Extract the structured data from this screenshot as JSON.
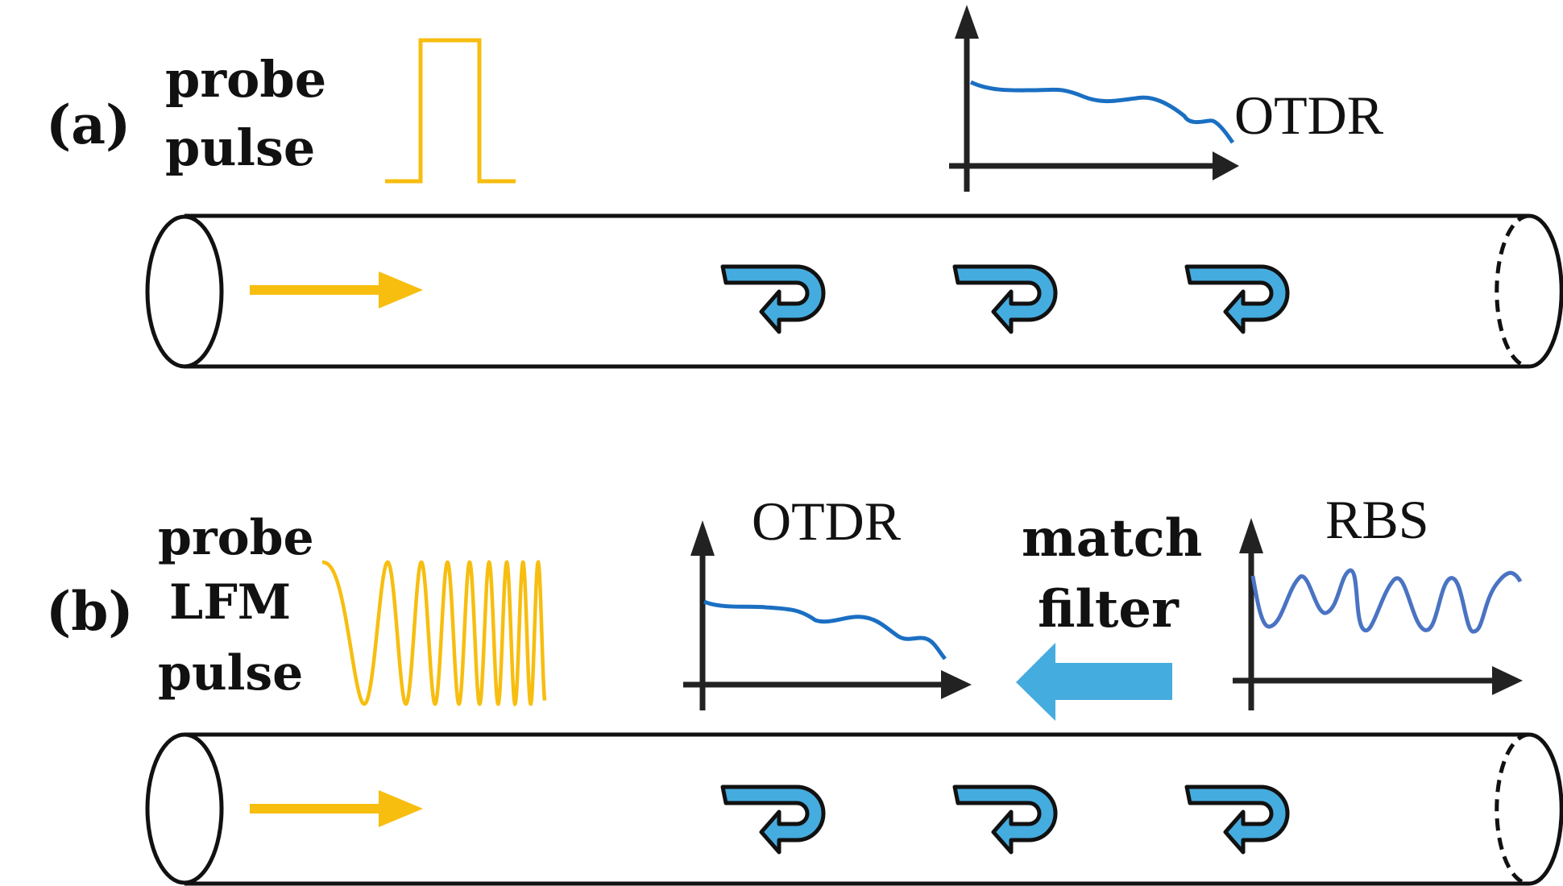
{
  "colors": {
    "pulse": "#F7BE10",
    "arrow_blue": "#45ACDF",
    "trace_blue": "#1A6FC2",
    "rbs_blue": "#4A73C2",
    "fiber_outline": "#111111",
    "axis": "#222222"
  },
  "panel_a": {
    "label": "(a)",
    "probe_line1": "probe",
    "probe_line2": "pulse",
    "trace_label": "OTDR"
  },
  "panel_b": {
    "label": "(b)",
    "probe_line1": "probe",
    "probe_line2": "LFM",
    "probe_line3": "pulse",
    "otdr_label": "OTDR",
    "filter_line1": "match",
    "filter_line2": "filter",
    "rbs_label": "RBS"
  },
  "icons": {
    "forward_arrow": "right-arrow-icon",
    "backscatter": "u-turn-arrow-icon",
    "process_arrow": "left-arrow-icon"
  }
}
